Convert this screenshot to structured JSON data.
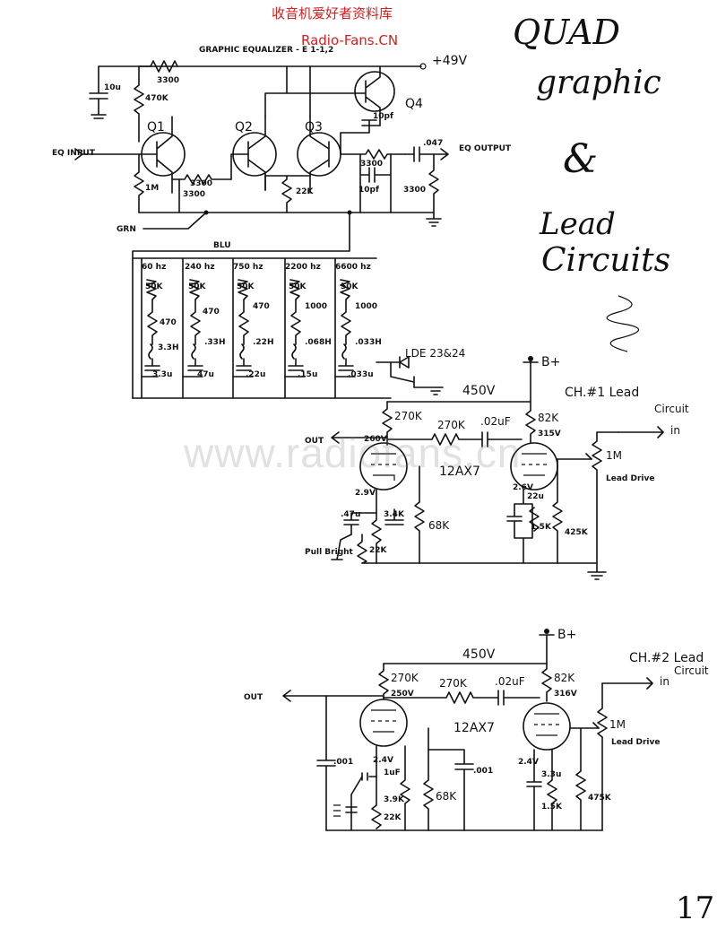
{
  "header": {
    "site_chinese": "收音机爱好者资料库",
    "site_english": "Radio-Fans.CN"
  },
  "watermark": "www.radiofans.cn",
  "title_lines": {
    "line1": "QUAD",
    "line2": "graphic",
    "line3": "&",
    "line4": "Lead",
    "line5": "Circuits"
  },
  "equalizer": {
    "heading": "GRAPHIC EQUALIZER - E 1-1,2",
    "supply": "+49V",
    "eq_input": "EQ INPUT",
    "eq_output": "EQ OUTPUT",
    "cap_10u": "10u",
    "cap_10pf_top": "10pf",
    "cap_10pf_bottom": "10pf",
    "cap_047": ".047",
    "r_3300_top": "3300",
    "r_470k": "470K",
    "r_3300_a": "3300",
    "r_3300_b": "3300",
    "r_1m": "1M",
    "r_22k": "22K",
    "r_3300_c": "3300",
    "r_3300_d": "3300",
    "transistors": [
      "Q1",
      "Q2",
      "Q3",
      "Q4"
    ],
    "grn": "GRN",
    "blu": "BLU",
    "bands": [
      {
        "freq": "60 hz",
        "pot": "50K",
        "r": "470",
        "l": "3.3H",
        "c": "3.3u"
      },
      {
        "freq": "240 hz",
        "pot": "50K",
        "r": "470",
        "l": ".33H",
        "c": "47u"
      },
      {
        "freq": "750 hz",
        "pot": "50K",
        "r": "470",
        "l": ".22H",
        "c": ".22u"
      },
      {
        "freq": "2200 hz",
        "pot": "50K",
        "r": "1000",
        "l": ".068H",
        "c": ".15u"
      },
      {
        "freq": "6600 hz",
        "pot": "50K",
        "r": "1000",
        "l": ".033H",
        "c": ".033u"
      }
    ],
    "led_label": "LDE 23&24"
  },
  "ch1": {
    "title_line1": "CH.#1 Lead",
    "title_line2": "Circuit",
    "in_label": "in",
    "bplus": "B+",
    "voltage": "450V",
    "out_label": "OUT",
    "tube": "12AX7",
    "r_plate1": "270K",
    "v_plate1": "260V",
    "r_coupling": "270K",
    "c_coupling": ".02uF",
    "r_plate2": "82K",
    "v_plate2": "315V",
    "pot": "1M",
    "pot_label": "Lead Drive",
    "v_cath1": "2.9V",
    "c_bright": ".47u",
    "r_cath1": "3.4K",
    "r_22k": "22K",
    "r_68k": "68K",
    "pull_bright": "Pull Bright",
    "v_cath2": "2.6V",
    "c_cath2": "22u",
    "r_cath2": "1.5K",
    "r_grid": "425K"
  },
  "ch2": {
    "title_line1": "CH.#2 Lead",
    "title_line2": "Circuit",
    "in_label": "in",
    "bplus": "B+",
    "voltage": "450V",
    "out_label": "OUT",
    "tube": "12AX7",
    "r_plate1": "270K",
    "v_plate1": "250V",
    "r_coupling": "270K",
    "c_coupling": ".02uF",
    "r_plate2": "82K",
    "v_plate2": "316V",
    "pot": "1M",
    "pot_label": "Lead Drive",
    "c_001_left": ".001",
    "c_001_mid": ".001",
    "v_cath1": "2.4V",
    "c_cath1": "1uF",
    "r_cath1": "3.9K",
    "r_22k": "22K",
    "r_68k": "68K",
    "v_cath2": "2.4V",
    "c_cath2": "3.3u",
    "r_cath2": "1.5K",
    "r_grid": "475K"
  },
  "page_number": "17"
}
